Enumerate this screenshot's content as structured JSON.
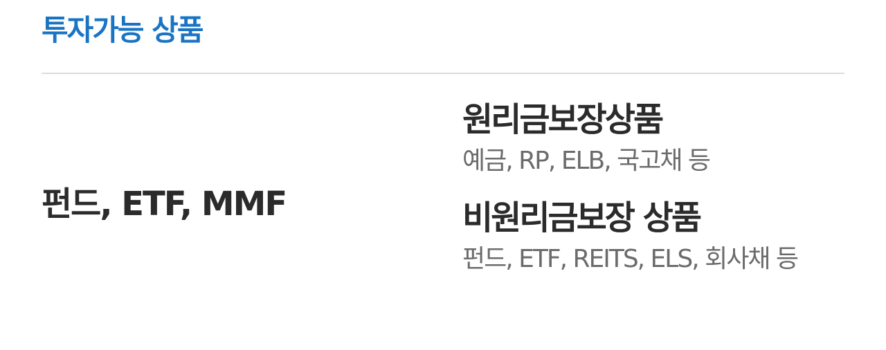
{
  "section": {
    "title": "투자가능 상품"
  },
  "main": {
    "value": "펀드, ETF, MMF"
  },
  "categories": [
    {
      "heading": "원리금보장상품",
      "description": "예금, RP, ELB, 국고채 등"
    },
    {
      "heading": "비원리금보장 상품",
      "description": "펀드, ETF, REITS, ELS, 회사채 등"
    }
  ],
  "colors": {
    "accent": "#1a74c4",
    "heading_text": "#2b2b2b",
    "description_text": "#6b6b6b",
    "divider": "#dcdcdc",
    "background": "#ffffff"
  }
}
